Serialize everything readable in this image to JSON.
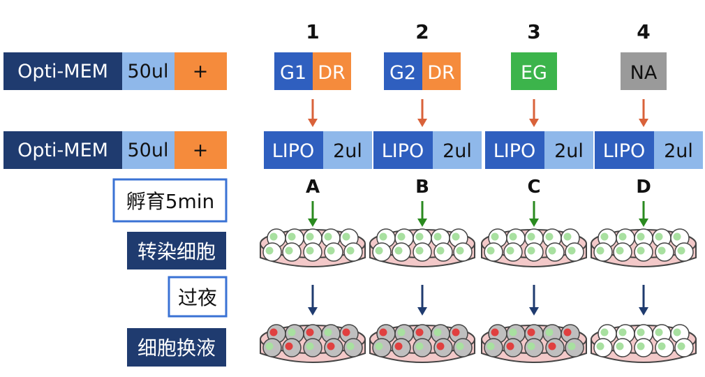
{
  "colors": {
    "navy": "#1f3b6f",
    "blue": "#2f5fbf",
    "light_blue": "#8fb8ea",
    "orange": "#f58b3c",
    "green_box": "#3cb44b",
    "gray_box": "#9a9a9a",
    "arrow_orange": "#d9623a",
    "arrow_green": "#2a8a1f",
    "arrow_navy": "#1f3b6f",
    "outline_blue": "#3a72d4",
    "dish_fill": "#f3c9c9",
    "dish_stroke": "#444444",
    "cell_green": "#a8e0a0",
    "cell_red": "#e04040",
    "cell_gray": "#bfbfbf"
  },
  "left": {
    "row1": {
      "a": "Opti-MEM",
      "b": "50ul",
      "c": "+"
    },
    "row2": {
      "a": "Opti-MEM",
      "b": "50ul",
      "c": "+"
    },
    "incubate": "孵育5min",
    "transfect": "转染细胞",
    "overnight": "过夜",
    "medium_change": "细胞换液"
  },
  "columns": [
    {
      "number": "1",
      "top_a": "G1",
      "top_b": "DR",
      "top_kind": "split",
      "lipo": "LIPO",
      "lipo_amt": "2ul",
      "letter": "A",
      "result": "red"
    },
    {
      "number": "2",
      "top_a": "G2",
      "top_b": "DR",
      "top_kind": "split",
      "lipo": "LIPO",
      "lipo_amt": "2ul",
      "letter": "B",
      "result": "red"
    },
    {
      "number": "3",
      "top_a": "EG",
      "top_b": "",
      "top_kind": "green",
      "lipo": "LIPO",
      "lipo_amt": "2ul",
      "letter": "C",
      "result": "red"
    },
    {
      "number": "4",
      "top_a": "NA",
      "top_b": "",
      "top_kind": "gray",
      "lipo": "LIPO",
      "lipo_amt": "2ul",
      "letter": "D",
      "result": "green"
    }
  ]
}
